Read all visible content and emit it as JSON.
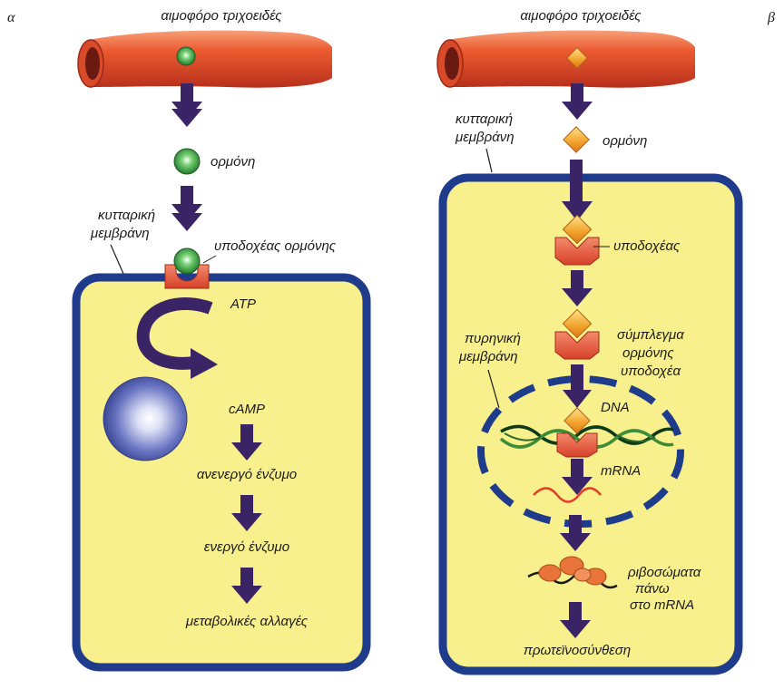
{
  "panel_a": {
    "letter": "α",
    "capillary": "αιμοφόρο τριχοειδές",
    "hormone": "ορμόνη",
    "membrane_line1": "κυτταρική",
    "membrane_line2": "μεμβράνη",
    "receptor": "υποδοχέας ορμόνης",
    "atp": "ATP",
    "camp": "cAMP",
    "inactive_enzyme": "ανενεργό ένζυμο",
    "active_enzyme": "ενεργό ένζυμο",
    "metabolic": "μεταβολικές αλλαγές"
  },
  "panel_b": {
    "letter": "β",
    "capillary": "αιμοφόρο τριχοειδές",
    "membrane_line1": "κυτταρική",
    "membrane_line2": "μεμβράνη",
    "hormone": "ορμόνη",
    "receptor": "υποδοχέας",
    "complex_line1": "σύμπλεγμα",
    "complex_line2": "ορμόνης",
    "complex_line3": "υποδοχέα",
    "nuclear_line1": "πυρηνική",
    "nuclear_line2": "μεμβράνη",
    "dna": "DNA",
    "mrna": "mRNA",
    "ribo_line1": "ριβοσώματα",
    "ribo_line2": "πάνω",
    "ribo_line3": "στο mRNA",
    "protein": "πρωτεϊνοσύνθεση"
  },
  "colors": {
    "capillary": "#e8502a",
    "capillary_dark": "#a8281a",
    "cell_fill": "#f8f08c",
    "cell_border": "#1f3c8c",
    "arrow": "#3a2466",
    "hormone_green": "#2e9a3c",
    "hormone_diamond": "#f2a12a",
    "receptor": "#e8503a",
    "nucleus": "#5b68b8",
    "dna_dark": "#0f3a1a",
    "dna_light": "#3c8c3a",
    "mrna": "#e83a2a",
    "ribosome": "#e8743a"
  }
}
